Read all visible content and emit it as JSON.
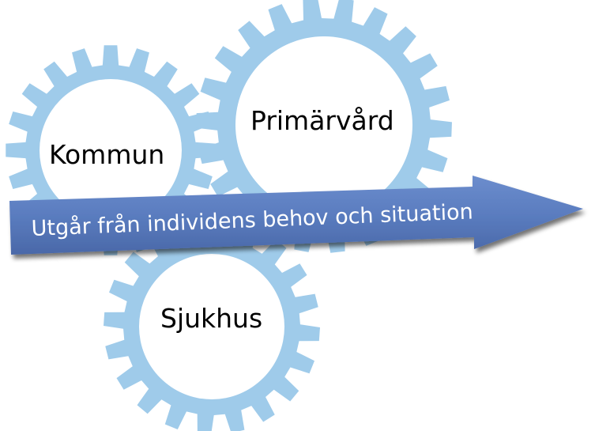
{
  "colors": {
    "gear_fill": "#9fcbea",
    "arrow_fill": "#5a7cbf",
    "arrow_shadow": "#3c4f78",
    "text_dark": "#000000",
    "text_light": "#ffffff"
  },
  "gears": [
    {
      "id": "kommun",
      "label": "Kommun",
      "teeth": 20
    },
    {
      "id": "primarvard",
      "label": "Primärvård",
      "teeth": 22
    },
    {
      "id": "sjukhus",
      "label": "Sjukhus",
      "teeth": 20
    }
  ],
  "arrow": {
    "label": "Utgår från individens behov och situation"
  }
}
